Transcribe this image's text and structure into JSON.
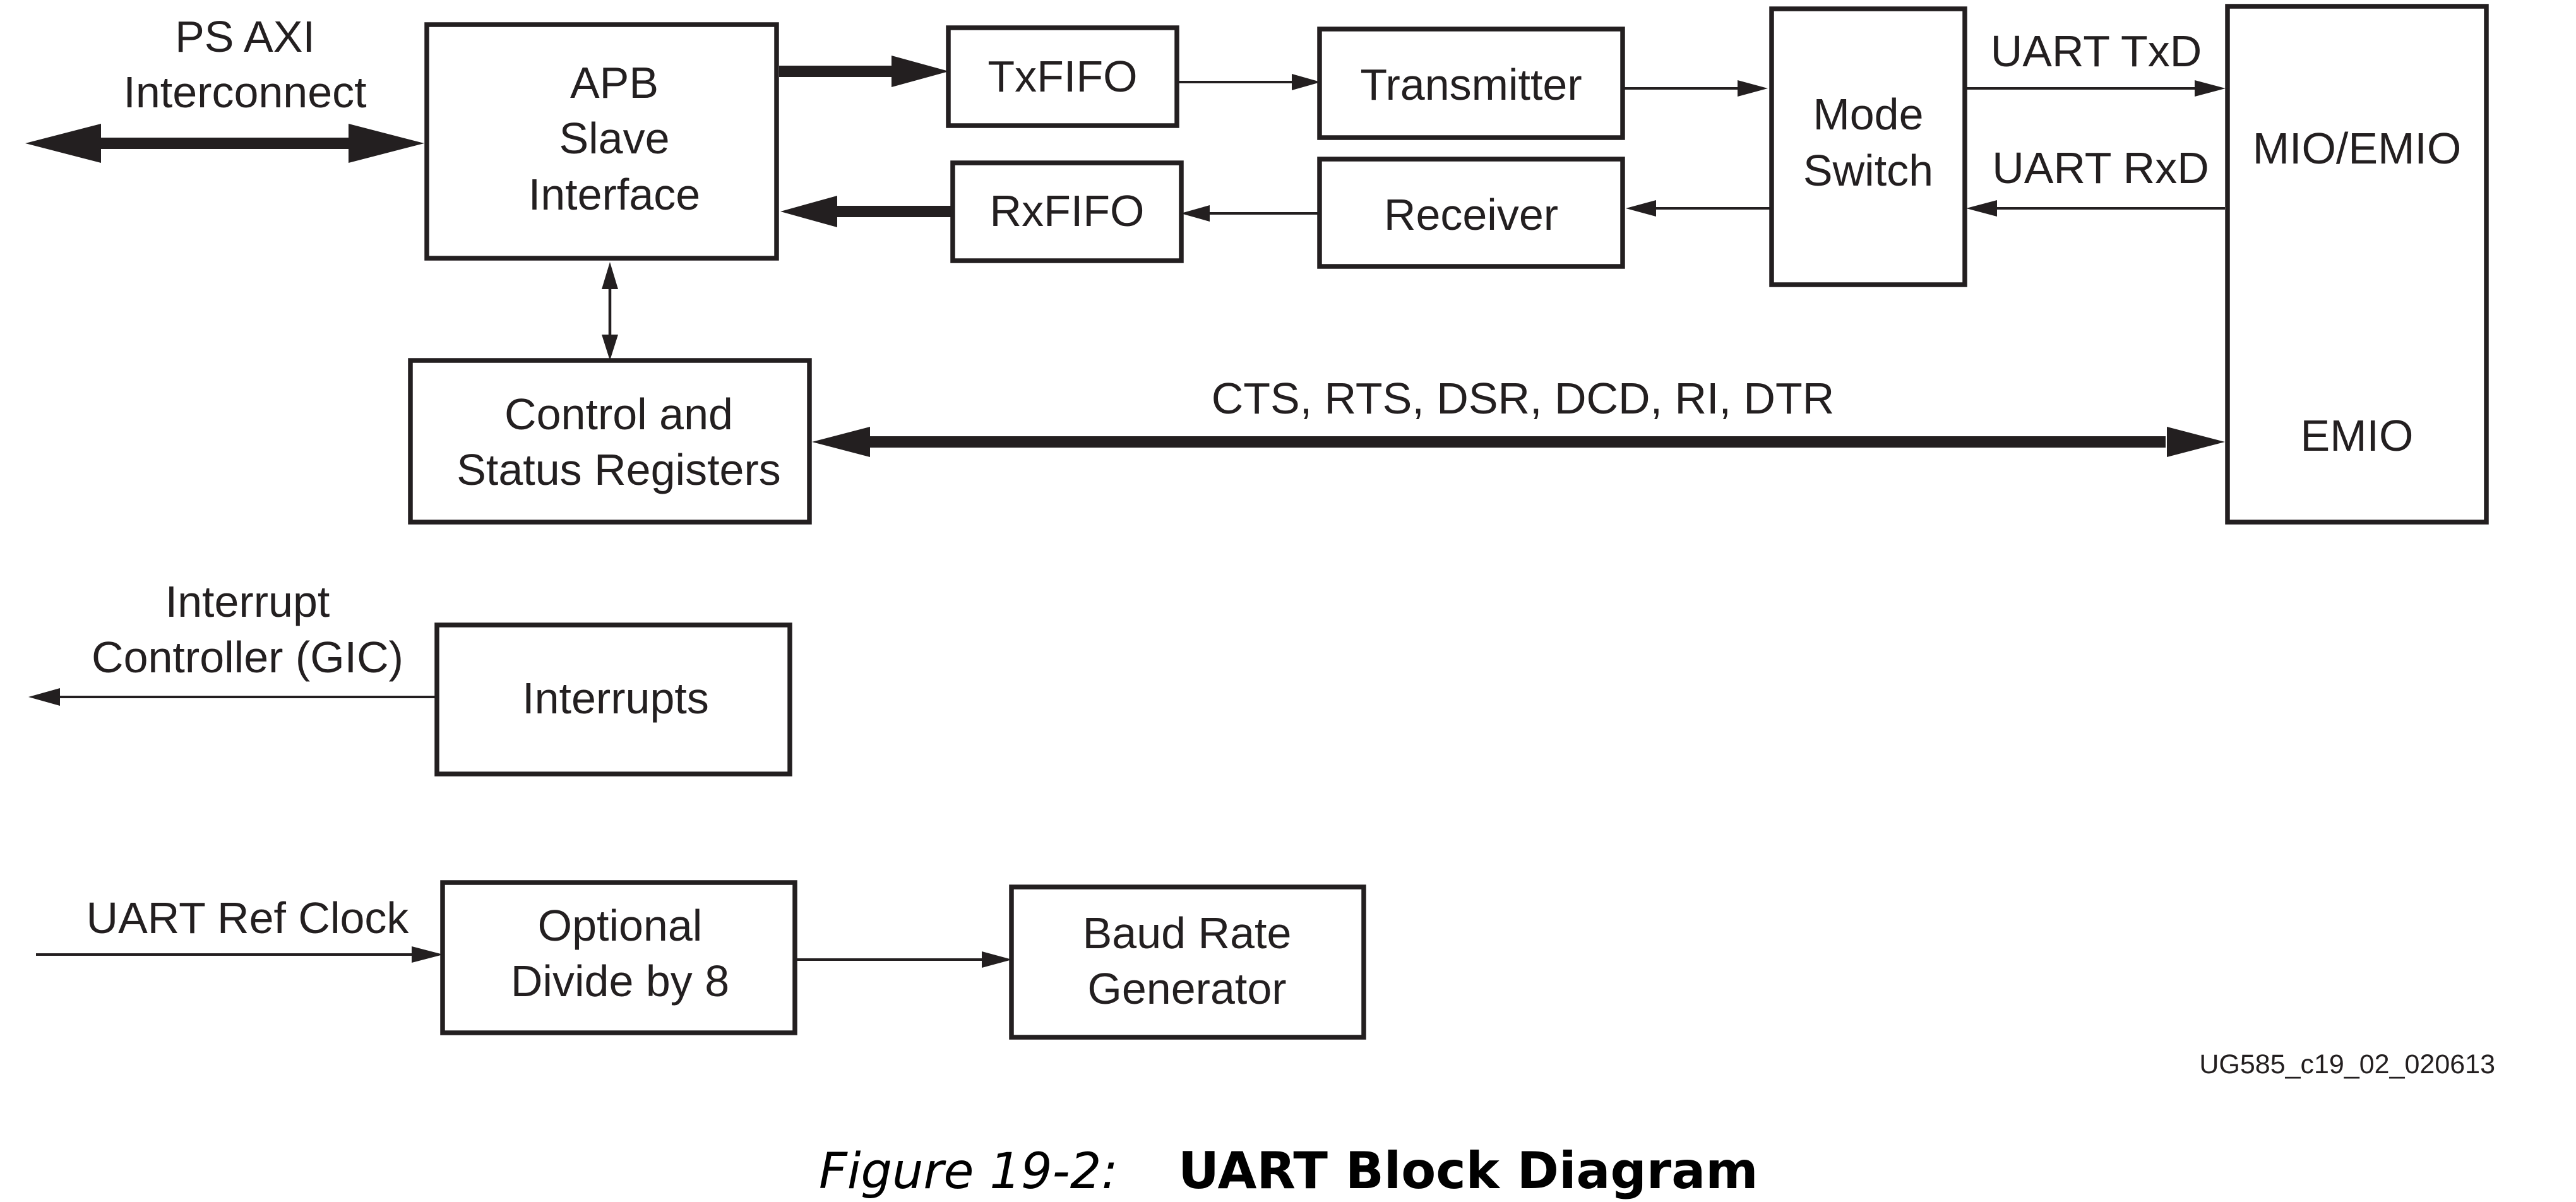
{
  "blocks": {
    "apb": [
      "APB",
      "Slave",
      "Interface"
    ],
    "txfifo": "TxFIFO",
    "rxfifo": "RxFIFO",
    "transmitter": "Transmitter",
    "receiver": "Receiver",
    "mode_switch": [
      "Mode",
      "Switch"
    ],
    "mio_emio": "MIO/EMIO",
    "emio": "EMIO",
    "control_status": [
      "Control and",
      "Status Registers"
    ],
    "interrupts": "Interrupts",
    "divider": [
      "Optional",
      "Divide by 8"
    ],
    "baud_rate": [
      "Baud Rate",
      "Generator"
    ]
  },
  "labels": {
    "ps_axi": [
      "PS AXI",
      "Interconnect"
    ],
    "uart_txd": "UART TxD",
    "uart_rxd": "UART RxD",
    "modem_signals": "CTS, RTS, DSR, DCD, RI, DTR",
    "interrupt_controller": [
      "Interrupt",
      "Controller (GIC)"
    ],
    "ref_clock": "UART Ref Clock",
    "figure_id": "UG585_c19_02_020613"
  },
  "caption": {
    "label": "Figure 19-2:",
    "title": "UART Block Diagram"
  }
}
